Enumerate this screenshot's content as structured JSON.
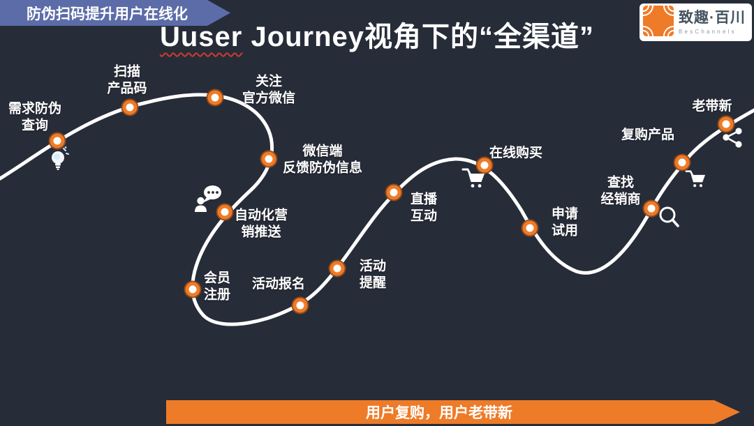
{
  "page": {
    "background": "#272C39"
  },
  "title": {
    "misspelled_word": "Uuser",
    "rest": " Journey视角下的“全渠道”"
  },
  "logo": {
    "brand": "致趣·百川",
    "subbrand": "BesChannels",
    "icon": "beschannels-logo-icon"
  },
  "colors": {
    "background": "#272C39",
    "accent_orange": "#EE7B28",
    "banner_blue": "#5B6CA8",
    "curve_white": "#FFFFFF",
    "spellcheck_underline_red": "#D23A2E"
  },
  "journey": {
    "nodes": [
      {
        "label": "需求防伪\n查询",
        "icon": "lightbulb-icon"
      },
      {
        "label": "扫描\n产品码"
      },
      {
        "label": "关注\n官方微信"
      },
      {
        "label": "微信端\n反馈防伪信息"
      },
      {
        "label": "自动化营\n销推送",
        "icon": "chat-person-icon"
      },
      {
        "label": "会员\n注册"
      },
      {
        "label": "活动报名"
      },
      {
        "label": "活动\n提醒"
      },
      {
        "label": "直播\n互动"
      },
      {
        "label": "在线购买",
        "icon": "shopping-cart-icon"
      },
      {
        "label": "申请\n试用"
      },
      {
        "label": "查找\n经销商",
        "icon": "magnifier-icon"
      },
      {
        "label": "复购产品",
        "icon": "shopping-cart-icon"
      },
      {
        "label": "老带新",
        "icon": "share-icon"
      }
    ]
  },
  "banners": {
    "blue_label": "防伪扫码提升用户在线化",
    "orange_label": "用户复购，用户老带新"
  }
}
